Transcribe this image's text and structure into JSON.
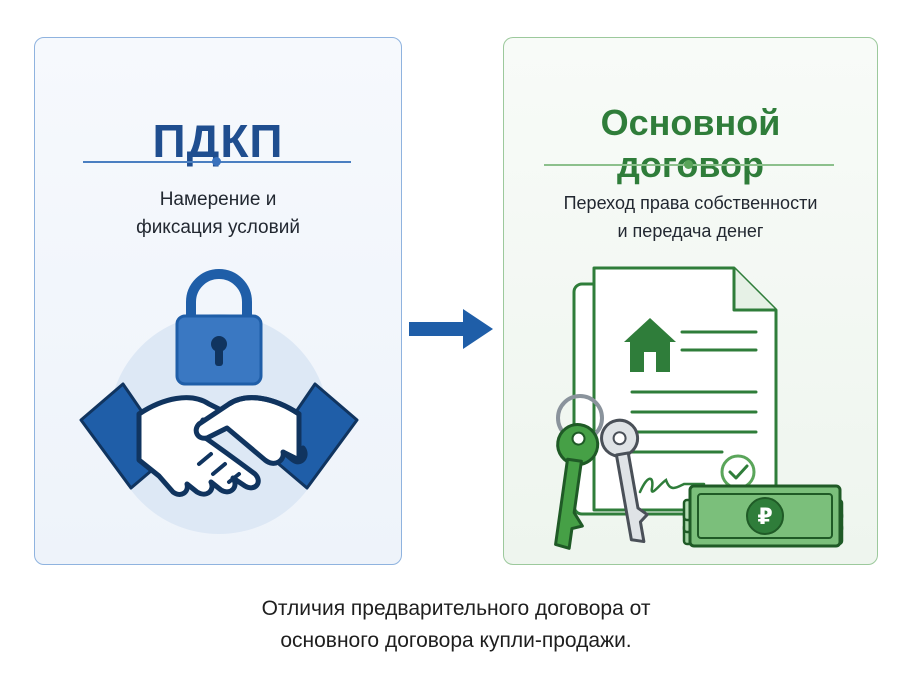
{
  "cards": {
    "left": {
      "title": "ПДКП",
      "description_line1": "Намерение и",
      "description_line2": "фиксация условий"
    },
    "right": {
      "title_line1": "Основной",
      "title_line2": "договор",
      "description_line1": "Переход права собственности",
      "description_line2": "и передача денег",
      "currency_symbol": "₽"
    }
  },
  "caption": {
    "line1": "Отличия предварительного договора от",
    "line2": "основного договора купли-продажи."
  },
  "icons": {
    "left": [
      "lock-icon",
      "handshake-icon"
    ],
    "right": [
      "document-icon",
      "house-icon",
      "keys-icon",
      "money-stack-icon",
      "checkmark-icon",
      "signature-icon"
    ],
    "transition": "arrow-right-icon"
  },
  "colors": {
    "left_accent": "#1f4e8f",
    "right_accent": "#2f7d3a",
    "left_border": "#8fb3df",
    "right_border": "#9cc99c"
  }
}
